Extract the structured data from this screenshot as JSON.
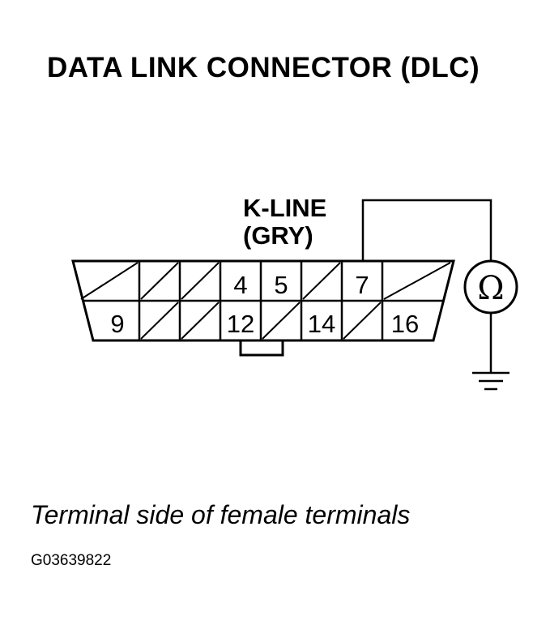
{
  "diagram": {
    "title": "DATA LINK CONNECTOR (DLC)",
    "wire_label_line1": "K-LINE",
    "wire_label_line2": "(GRY)",
    "meter_symbol": "Ω",
    "caption": "Terminal side of female terminals",
    "figure_code": "G03639822",
    "pins_top": [
      "",
      "",
      "",
      "4",
      "5",
      "",
      "7",
      ""
    ],
    "pins_bottom": [
      "9",
      "",
      "",
      "12",
      "",
      "14",
      "",
      "16"
    ]
  }
}
